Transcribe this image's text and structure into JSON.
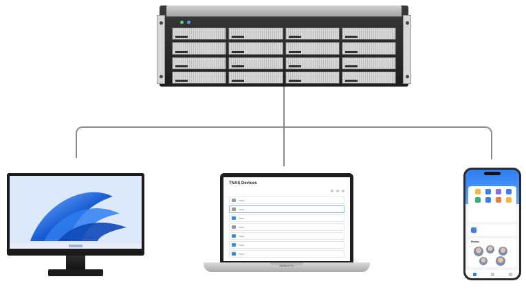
{
  "colors": {
    "connector": "#8a8a8a",
    "accent": "#2d8ff0",
    "win_blue": "#1a5fd6"
  },
  "server": {
    "icon": "rack-server-icon",
    "bays": 16
  },
  "monitor": {
    "icon": "desktop-monitor-icon"
  },
  "laptop": {
    "icon": "laptop-icon",
    "brand_label": "MacBook Pro",
    "app": {
      "title": "TNAS Devices",
      "subtitle": "",
      "rows": [
        {
          "name": "TNAS",
          "ip": "",
          "mac": "",
          "action": "",
          "icon_color": "gray"
        },
        {
          "name": "TNAS",
          "ip": "",
          "mac": "",
          "action": "",
          "icon_color": "gray"
        },
        {
          "name": "TNAS",
          "ip": "",
          "mac": "",
          "action": "",
          "icon_color": "blue"
        },
        {
          "name": "TNAS",
          "ip": "",
          "mac": "",
          "action": "",
          "icon_color": "gray"
        },
        {
          "name": "TNAS",
          "ip": "",
          "mac": "",
          "action": "",
          "icon_color": "blue"
        },
        {
          "name": "TNAS",
          "ip": "",
          "mac": "",
          "action": "",
          "icon_color": "blue"
        },
        {
          "name": "TNAS",
          "ip": "",
          "mac": "",
          "action": "",
          "icon_color": "blue"
        }
      ]
    }
  },
  "phone": {
    "icon": "smartphone-icon",
    "photo_title": "Photos",
    "apps": [
      {
        "color": "#f5b63a"
      },
      {
        "color": "#3b7ff0"
      },
      {
        "color": "#8a6cf0"
      },
      {
        "color": "#3b7ff0"
      },
      {
        "color": "#2fb66a"
      },
      {
        "color": "#3b7ff0"
      },
      {
        "color": "#f07a3a"
      },
      {
        "color": "#f5b63a"
      }
    ]
  }
}
